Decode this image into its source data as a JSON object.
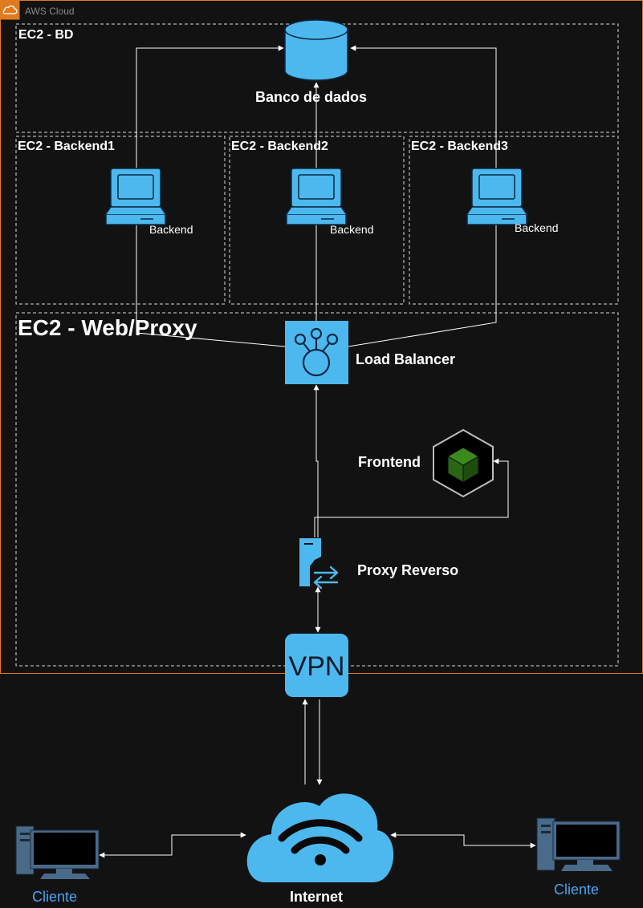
{
  "aws": {
    "label": "AWS Cloud"
  },
  "groups": {
    "bd": "EC2 - BD",
    "backend1": "EC2 - Backend1",
    "backend2": "EC2 - Backend2",
    "backend3": "EC2 - Backend3",
    "web_proxy": "EC2 - Web/Proxy"
  },
  "nodes": {
    "database": "Banco de dados",
    "backend1": "Backend",
    "backend2": "Backend",
    "backend3": "Backend",
    "load_balancer": "Load Balancer",
    "frontend": "Frontend",
    "proxy": "Proxy Reverso",
    "vpn": "VPN",
    "internet": "Internet",
    "client_left": "Cliente",
    "client_right": "Cliente"
  },
  "colors": {
    "background": "#121212",
    "aws_border": "#e07a1f",
    "group_border": "#d9d9d9",
    "icon_fill": "#4db8ee",
    "icon_stroke": "#0a2a44",
    "edge": "#ffffff",
    "client_text": "#4aa3f0"
  }
}
